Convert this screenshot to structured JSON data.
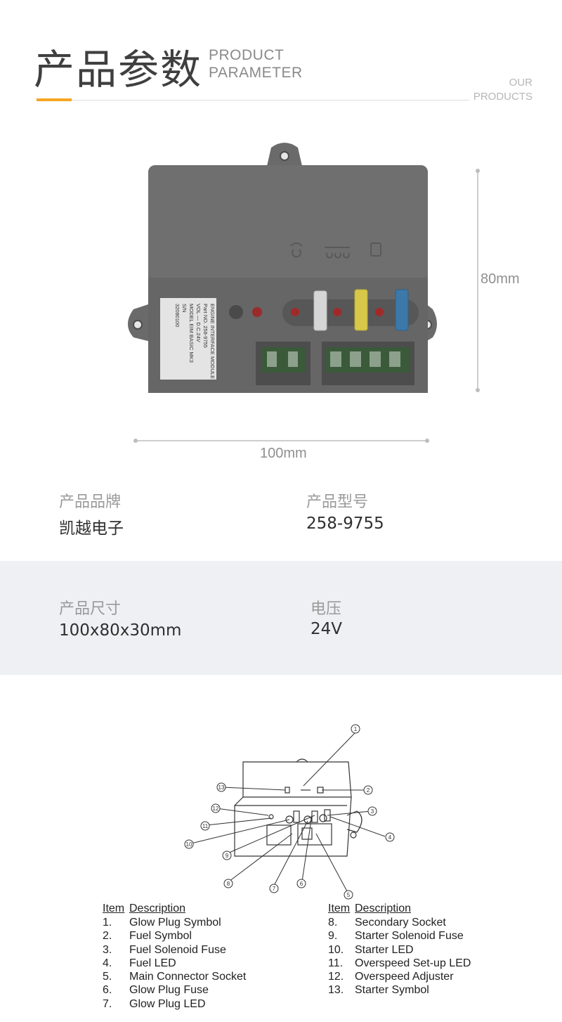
{
  "header": {
    "title_cn": "产品参数",
    "title_en_line1": "PRODUCT",
    "title_en_line2": "PARAMETER",
    "our_line1": "OUR",
    "our_line2": "PRODUCTS",
    "accent_color": "#f5a623"
  },
  "product_image": {
    "label_lines": [
      "ENGINE INTERFACE MODULE",
      "Part NO.  258-9755",
      "VOL —   D.C.24V",
      "MODEL  EIM BASIC MK3",
      "S/N",
      "32080100"
    ],
    "height_dim": "80mm",
    "width_dim": "100mm"
  },
  "specs": {
    "brand_label": "产品品牌",
    "brand_value": "凯越电子",
    "model_label": "产品型号",
    "model_value": "258-9755",
    "size_label": "产品尺寸",
    "size_value": "100x80x30mm",
    "voltage_label": "电压",
    "voltage_value": "24V"
  },
  "diagram": {
    "callouts": [
      "1",
      "2",
      "3",
      "4",
      "5",
      "6",
      "7",
      "8",
      "9",
      "10",
      "11",
      "12",
      "13"
    ],
    "legend_left": {
      "item_header": "Item",
      "desc_header": "Description",
      "items": [
        {
          "num": "1.",
          "desc": "Glow Plug Symbol"
        },
        {
          "num": "2.",
          "desc": "Fuel Symbol"
        },
        {
          "num": "3.",
          "desc": "Fuel Solenoid Fuse"
        },
        {
          "num": "4.",
          "desc": "Fuel LED"
        },
        {
          "num": "5.",
          "desc": "Main Connector Socket"
        },
        {
          "num": "6.",
          "desc": "Glow Plug Fuse"
        },
        {
          "num": "7.",
          "desc": "Glow Plug LED"
        }
      ]
    },
    "legend_right": {
      "item_header": "Item",
      "desc_header": "Description",
      "items": [
        {
          "num": "8.",
          "desc": "Secondary Socket"
        },
        {
          "num": "9.",
          "desc": "Starter Solenoid Fuse"
        },
        {
          "num": "10.",
          "desc": "Starter LED"
        },
        {
          "num": "11.",
          "desc": "Overspeed Set-up LED"
        },
        {
          "num": "12.",
          "desc": "Overspeed Adjuster"
        },
        {
          "num": "13.",
          "desc": "Starter Symbol"
        }
      ]
    }
  }
}
